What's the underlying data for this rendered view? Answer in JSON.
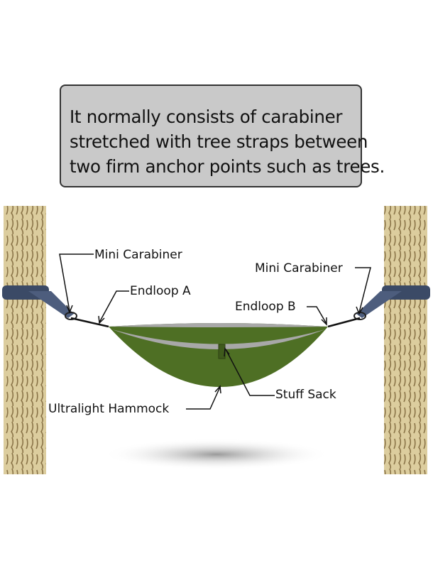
{
  "caption": {
    "lines": [
      "It normally consists of carabiner",
      "stretched with tree straps between",
      "two firm anchor points such as trees."
    ]
  },
  "labels": {
    "mini_carabiner_left": "Mini Carabiner",
    "mini_carabiner_right": "Mini Carabiner",
    "endloop_a": "Endloop A",
    "endloop_b": "Endloop B",
    "stuff_sack": "Stuff Sack",
    "ultralight_hammock": "Ultralight Hammock"
  },
  "colors": {
    "hammock": "#4e6f24",
    "hammock_trim": "#a8a8a8",
    "tree": "#d9c99a",
    "strap": "#3b4a66",
    "caption_bg": "#c9c9c9"
  }
}
